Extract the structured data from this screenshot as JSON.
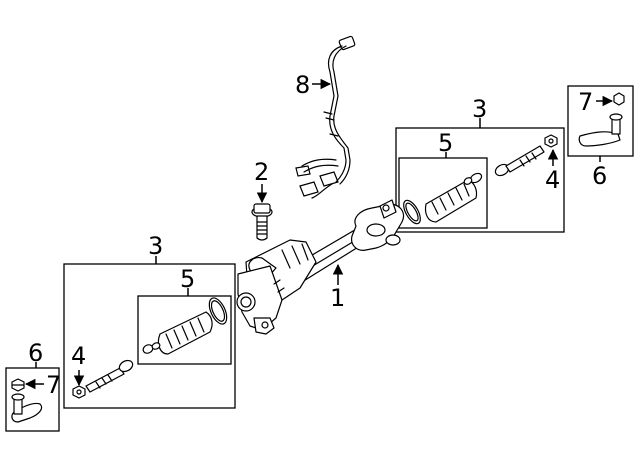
{
  "callouts": {
    "rack_assembly": "1",
    "bolt": "2",
    "inner_tie_rod_kit_right": "3",
    "inner_tie_rod_kit_left": "3",
    "jam_nut_right": "4",
    "jam_nut_left": "4",
    "boot_kit_right": "5",
    "boot_kit_left": "5",
    "tie_rod_end_right": "6",
    "tie_rod_end_left": "6",
    "nut_right": "7",
    "nut_left": "7",
    "wiring_harness": "8"
  },
  "colors": {
    "line": "#000000",
    "background": "#ffffff"
  }
}
